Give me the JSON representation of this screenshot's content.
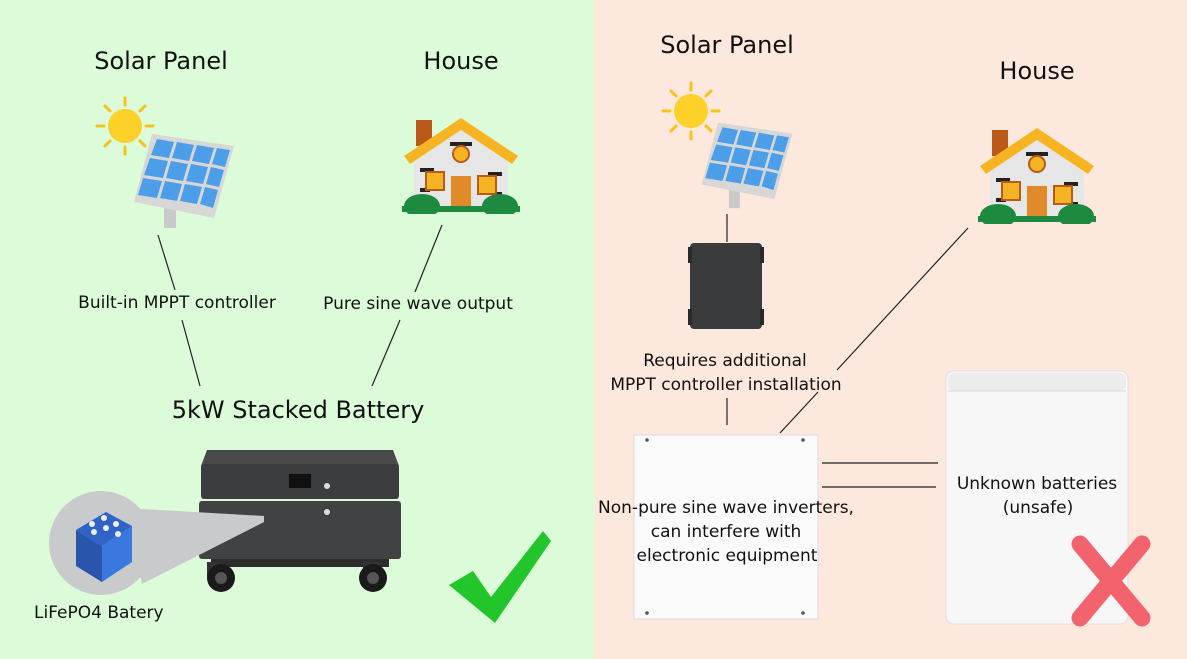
{
  "left": {
    "solar_title": "Solar Panel",
    "house_title": "House",
    "mppt_label": "Built-in MPPT controller",
    "sine_label": "Pure sine wave output",
    "battery_title": "5kW Stacked Battery",
    "lifepo4_label": "LiFePO4 Batery"
  },
  "right": {
    "solar_title": "Solar Panel",
    "house_title": "House",
    "mppt_line1": "Requires additional",
    "mppt_line2": "MPPT controller installation",
    "inverter_line1": "Non-pure sine wave inverters,",
    "inverter_line2": "can interfere with",
    "inverter_line3": "electronic equipment",
    "battery_line1": "Unknown batteries",
    "battery_line2": "(unsafe)"
  },
  "colors": {
    "left_bg": "#dcfcd9",
    "right_bg": "#fde8de",
    "check": "#22c52a",
    "cross": "#f2636e"
  },
  "icons": [
    "sun-icon",
    "solar-panel-icon",
    "house-icon",
    "battery-unit-icon",
    "lifepo4-cell-icon",
    "check-icon",
    "mppt-controller-icon",
    "inverter-box-icon",
    "unknown-battery-icon",
    "cross-icon"
  ]
}
